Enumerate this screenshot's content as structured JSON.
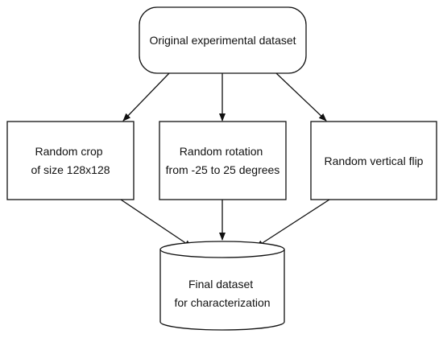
{
  "diagram": {
    "nodes": {
      "source": {
        "shape": "rounded-rectangle",
        "lines": [
          "Original experimental dataset"
        ]
      },
      "crop": {
        "shape": "rectangle",
        "lines": [
          "Random crop",
          "of size 128x128"
        ]
      },
      "rotation": {
        "shape": "rectangle",
        "lines": [
          "Random rotation",
          "from -25 to 25 degrees"
        ]
      },
      "flip": {
        "shape": "rectangle",
        "lines": [
          "Random vertical flip"
        ]
      },
      "final": {
        "shape": "cylinder",
        "lines": [
          "Final dataset",
          "for characterization"
        ]
      }
    },
    "edges": [
      {
        "from": "source",
        "to": "crop"
      },
      {
        "from": "source",
        "to": "rotation"
      },
      {
        "from": "source",
        "to": "flip"
      },
      {
        "from": "crop",
        "to": "final"
      },
      {
        "from": "rotation",
        "to": "final"
      },
      {
        "from": "flip",
        "to": "final"
      }
    ],
    "colors": {
      "stroke": "#111111",
      "fill": "#ffffff",
      "text": "#111111"
    }
  }
}
